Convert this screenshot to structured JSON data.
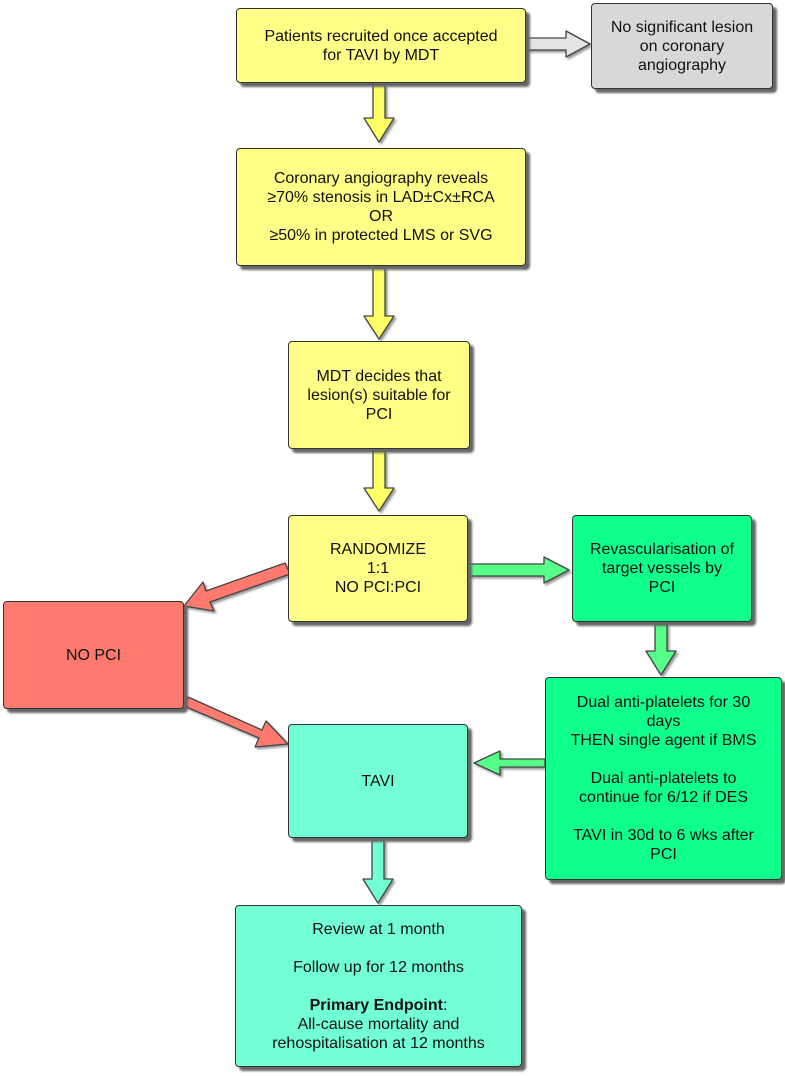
{
  "boxes": {
    "recruit": {
      "lines": [
        "Patients recruited once accepted",
        "for TAVI by MDT"
      ]
    },
    "no_lesion": {
      "lines": [
        "No significant lesion",
        "on coronary",
        "angiography"
      ]
    },
    "angiography": {
      "lines": [
        "Coronary angiography reveals",
        "≥70% stenosis in LAD±Cx±RCA",
        "OR",
        "≥50% in protected LMS or SVG"
      ]
    },
    "mdt": {
      "lines": [
        "MDT decides that",
        "lesion(s) suitable for",
        "PCI"
      ]
    },
    "randomize": {
      "lines": [
        "RANDOMIZE",
        "1:1",
        "NO PCI:PCI"
      ]
    },
    "revasc": {
      "lines": [
        "Revascularisation of",
        "target vessels by",
        "PCI"
      ]
    },
    "no_pci": {
      "lines": [
        "NO PCI"
      ]
    },
    "dual": {
      "para1": [
        "Dual anti-platelets for 30",
        "days",
        "THEN single agent if BMS"
      ],
      "para2": [
        "Dual anti-platelets to",
        "continue for 6/12 if DES"
      ],
      "para3": [
        "TAVI in 30d to 6 wks after",
        "PCI"
      ]
    },
    "tavi": {
      "lines": [
        "TAVI"
      ]
    },
    "review": {
      "line1": "Review at 1 month",
      "line2": "Follow up for 12 months",
      "endpoint_label": "Primary Endpoint",
      "endpoint_colon": ":",
      "endpoint_lines": [
        "All-cause mortality and",
        "rehospitalisation at 12 months"
      ]
    }
  },
  "colors": {
    "yellow": "#ffff88",
    "grey": "#d8d8d8",
    "red": "#ff7a6e",
    "green": "#0fff8c",
    "teal": "#73ffd6",
    "arrow_yellow": "#ffff66",
    "arrow_grey": "#e4e4e4",
    "arrow_red": "#ff7a6e",
    "arrow_green": "#55ff88",
    "arrow_teal": "#73ffd6"
  }
}
